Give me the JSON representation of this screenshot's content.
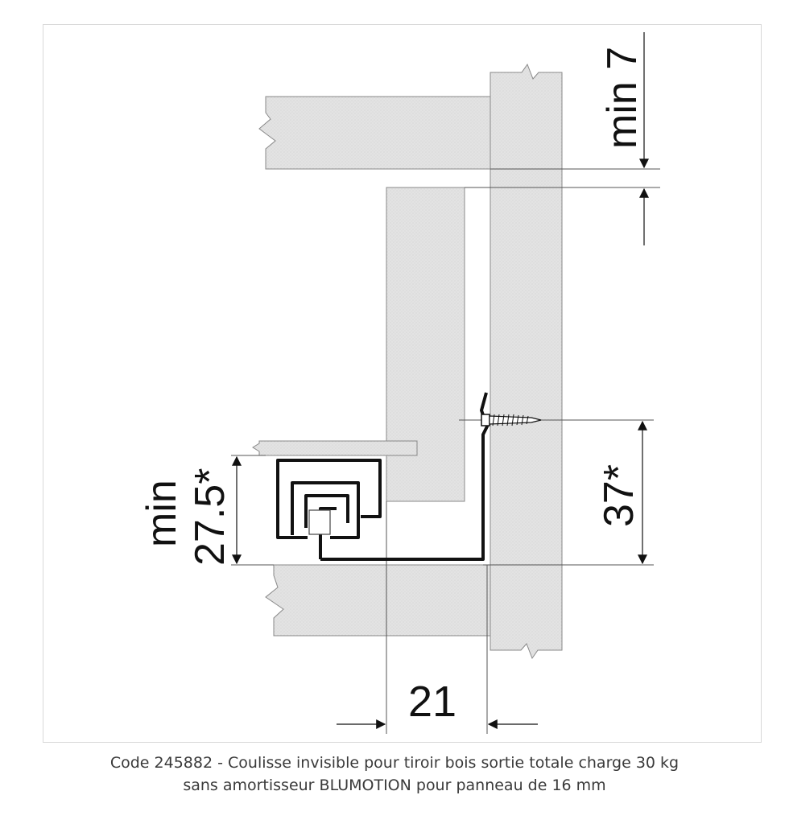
{
  "diagram": {
    "labels": {
      "top_gap": "min 7",
      "left_height": "min\n27.5*",
      "right_height": "37*",
      "bottom_width": "21"
    },
    "colors": {
      "panel_fill": "#e2e2e2",
      "panel_texture": "#d2d2d2",
      "line": "#111111",
      "dim_line": "#555555"
    }
  },
  "caption": {
    "line1": "Code 245882 - Coulisse invisible pour tiroir bois sortie totale charge 30 kg",
    "line2": "sans amortisseur BLUMOTION pour panneau de 16 mm"
  }
}
